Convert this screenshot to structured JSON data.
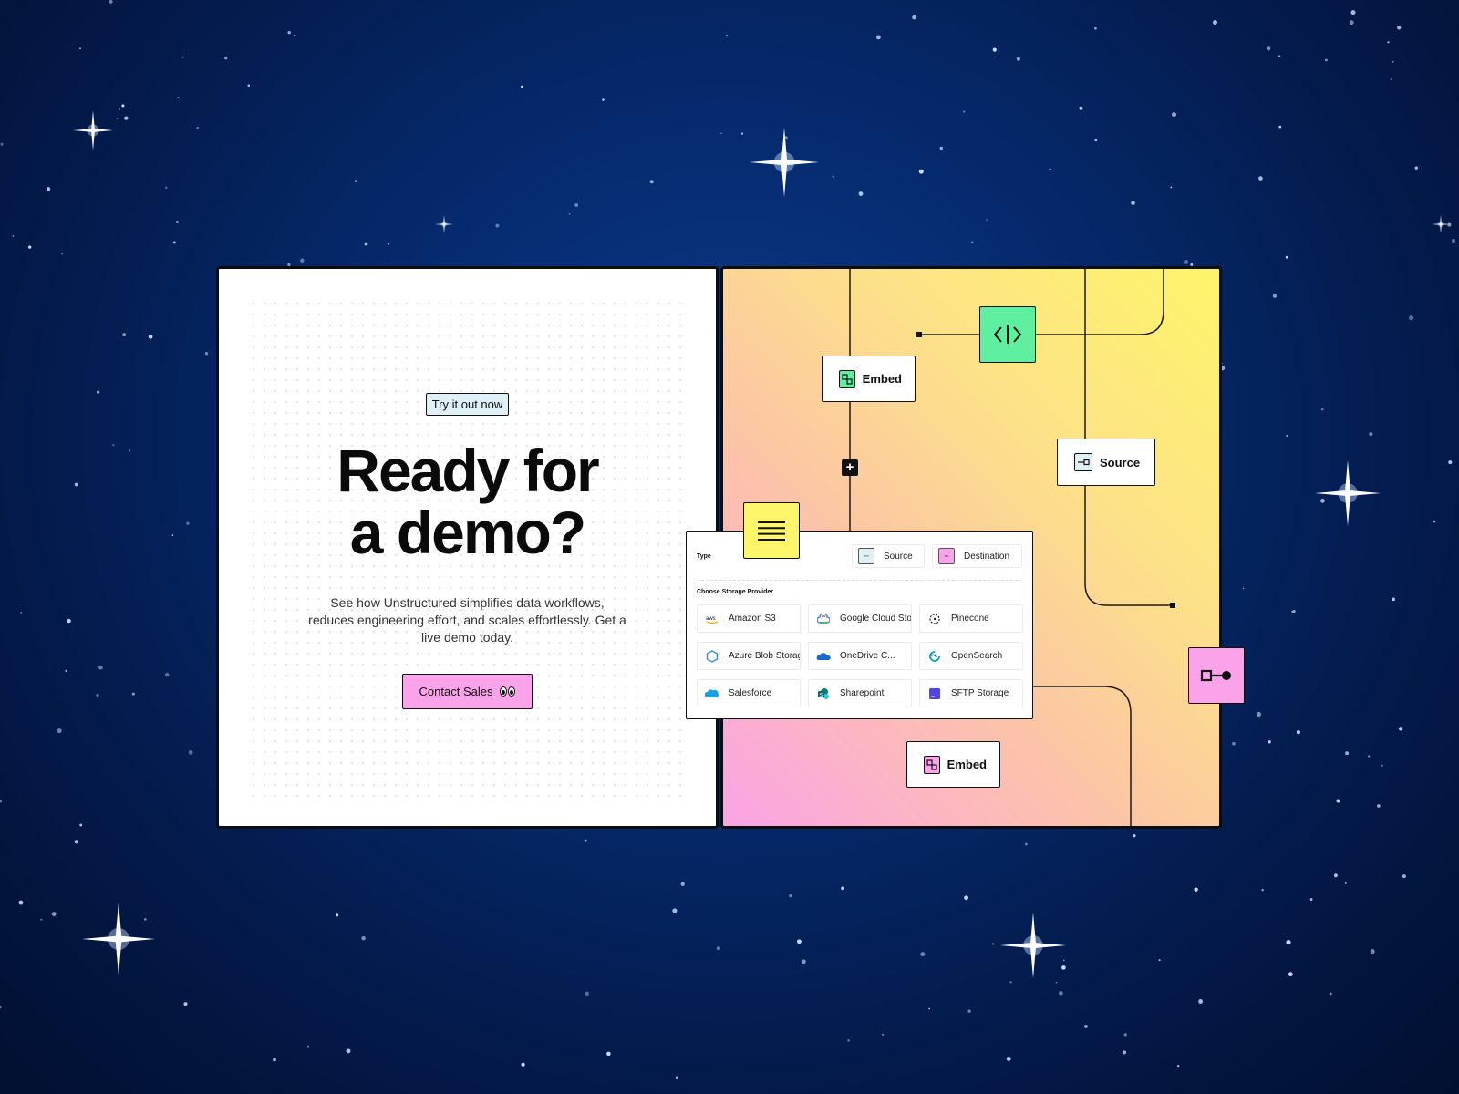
{
  "hero": {
    "badge": "Try it out now",
    "headline_line1": "Ready for",
    "headline_line2": "a demo?",
    "subtext": "See how Unstructured simplifies data workflows, reduces engineering effort, and scales effortlessly. Get a live demo today.",
    "cta_label": "Contact Sales"
  },
  "workflow": {
    "nodes": {
      "embed_top": "Embed",
      "source": "Source",
      "embed_bottom": "Embed"
    },
    "panel": {
      "type_label": "Type",
      "type_options": [
        "Source",
        "Destination"
      ],
      "provider_label": "Choose Storage Provider",
      "providers": [
        "Amazon S3",
        "Google Cloud Sto",
        "Pinecone",
        "Azure Blob Storag",
        "OneDrive C...",
        "OpenSearch",
        "Salesforce",
        "Sharepoint",
        "SFTP Storage"
      ]
    }
  },
  "colors": {
    "background": "#062a6e",
    "cta_pink": "#fba3ea",
    "badge_blue": "#dff0f7",
    "code_node_green": "#5ef0a0",
    "menu_node_yellow": "#fdf56a",
    "connector_node_pink": "#fba3ea"
  },
  "icons": {
    "embed": "embed-icon",
    "source": "source-connector-icon",
    "code": "code-brackets-icon",
    "menu": "hamburger-menu-icon",
    "connector": "connector-plug-icon",
    "cta": "eyes-icon"
  }
}
